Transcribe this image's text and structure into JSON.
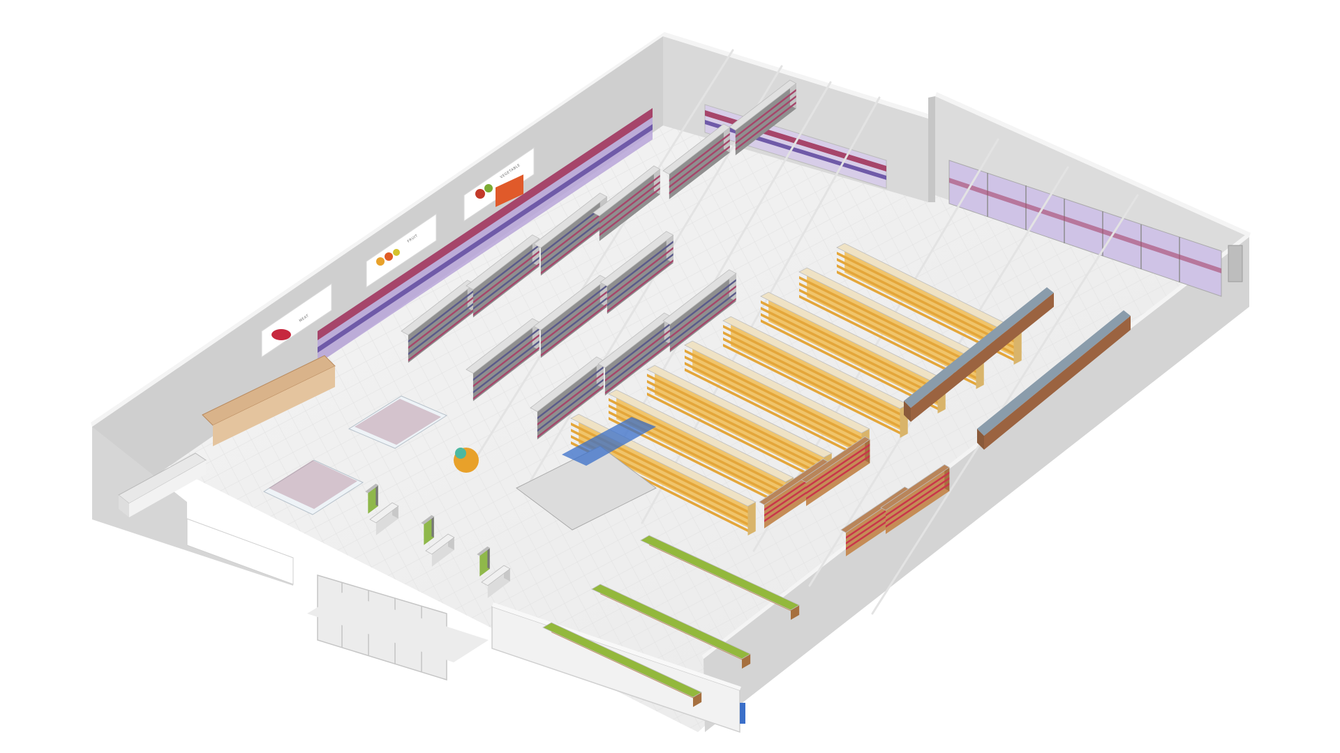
{
  "scene": {
    "kind": "isometric supermarket floor plan render"
  },
  "wall_signs": [
    {
      "label": "MEAT",
      "icon": "meat-icon"
    },
    {
      "label": "FRUIT",
      "icon": "fruit-icon"
    },
    {
      "label": "VEGETABLE",
      "icon": "vegetable-icon"
    }
  ],
  "colors": {
    "floor": "#f1f1f1",
    "wall": "#d2d2d2",
    "wall_top": "#f6f6f6",
    "shelf_frame": "#c9c9c9",
    "grocery_goods": "#e4a63a",
    "grocery_frame": "#efe2c4",
    "wood": "#c58c56",
    "vegetable_goods": "#93b83c",
    "drinks": "#a6456a",
    "fridge_glass": "#b9a6d9",
    "deli_glass": "#8a9cab"
  }
}
